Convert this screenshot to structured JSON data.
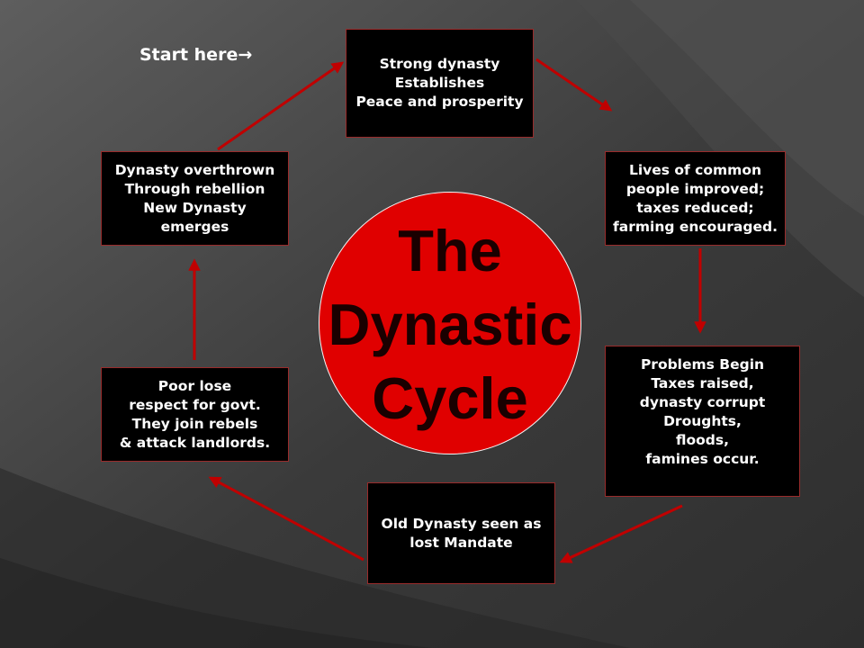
{
  "start_label": "Start here→",
  "title_lines": [
    "The",
    "Dynastic",
    "Cycle"
  ],
  "steps": [
    {
      "lines": [
        "Strong dynasty",
        "Establishes",
        "Peace and prosperity"
      ]
    },
    {
      "lines": [
        "Lives of common",
        "people improved;",
        "taxes reduced;",
        "farming encouraged."
      ]
    },
    {
      "lines": [
        "Problems Begin",
        "Taxes raised,",
        "dynasty corrupt",
        "Droughts,",
        "floods,",
        "famines occur."
      ]
    },
    {
      "lines": [
        "Old Dynasty seen as",
        "lost Mandate"
      ]
    },
    {
      "lines": [
        "Poor lose",
        "respect for govt.",
        "They join rebels",
        "& attack landlords."
      ]
    },
    {
      "lines": [
        "Dynasty overthrown",
        "Through rebellion",
        "New Dynasty",
        "emerges"
      ]
    }
  ],
  "colors": {
    "circle": "#e00000",
    "arrow": "#c00000",
    "box": "#000000",
    "background": "#3a3a3a"
  }
}
